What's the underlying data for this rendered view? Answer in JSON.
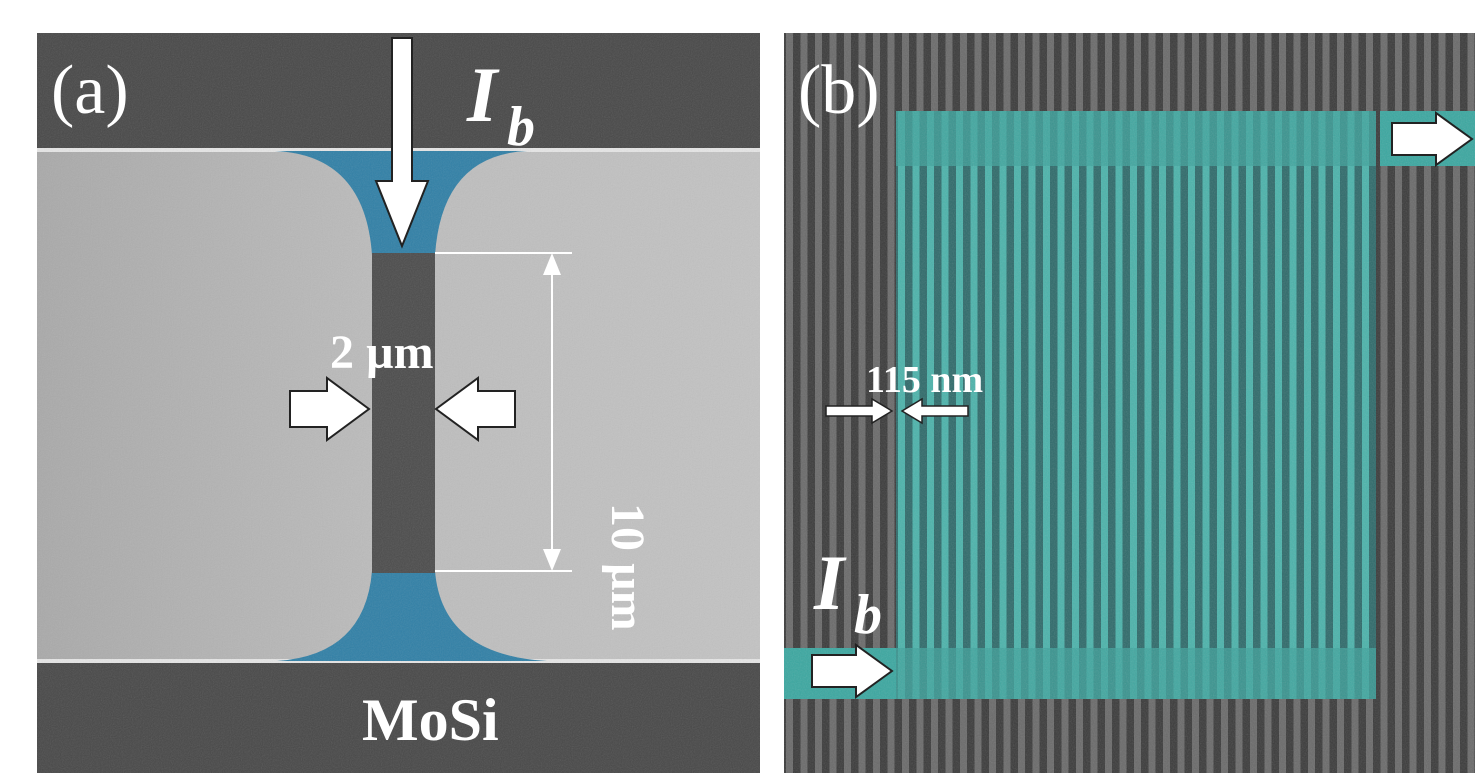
{
  "panels": {
    "a": {
      "letter": "(a)",
      "current_symbol": "I",
      "current_subscript": "b",
      "width_label": "2 µm",
      "length_label": "10 µm",
      "material_label": "MoSi"
    },
    "b": {
      "letter": "(b)",
      "current_symbol": "I",
      "current_subscript": "b",
      "width_label": "115 nm"
    }
  },
  "colors": {
    "film_highlight_a": "#2f7fa6",
    "film_highlight_b": "#3aa7a0",
    "substrate_dark": "#454545",
    "electrode_light": "#b8b8b8",
    "label": "#ffffff"
  }
}
